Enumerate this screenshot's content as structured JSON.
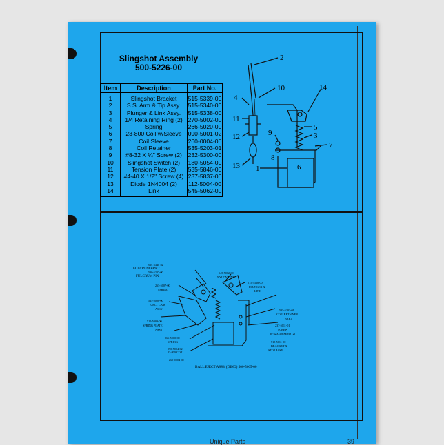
{
  "title_line1": "Slingshot Assembly",
  "title_line2": "500-5226-00",
  "table": {
    "headers": [
      "Item",
      "Description",
      "Part No."
    ],
    "rows": [
      [
        "1",
        "Slingshot Bracket",
        "515-5339-00"
      ],
      [
        "2",
        "S.S. Arm & Tip Assy.",
        "515-5340-00"
      ],
      [
        "3",
        "Plunger & Link Assy.",
        "515-5338-00"
      ],
      [
        "4",
        "1/4 Retaining Ring (2)",
        "270-5002-00"
      ],
      [
        "5",
        "Spring",
        "266-5020-00"
      ],
      [
        "6",
        "23-800 Coil w/Sleeve",
        "090-5001-02"
      ],
      [
        "7",
        "Coil Sleeve",
        "260-0004-00"
      ],
      [
        "8",
        "Coil Retainer",
        "535-5203-01"
      ],
      [
        "9",
        "#8-32 X ¼\" Screw (2)",
        "232-5300-00"
      ],
      [
        "10",
        "Slingshot Switch (2)",
        "180-5054-00"
      ],
      [
        "11",
        "Tension Plate (2)",
        "535-5846-00"
      ],
      [
        "12",
        "#4-40 X 1/2\" Screw (4)",
        "237-5837-00"
      ],
      [
        "13",
        "Diode 1N4004 (2)",
        "112-5004-00"
      ],
      [
        "14",
        "Link",
        "545-5062-00"
      ]
    ]
  },
  "top_callouts": {
    "n1": "1",
    "n2": "2",
    "n3": "3",
    "n4": "4",
    "n5": "5",
    "n6": "6",
    "n7": "7",
    "n8": "8",
    "n9": "9",
    "n10": "10",
    "n11": "11",
    "n12": "12",
    "n13": "13",
    "n14": "14"
  },
  "lower_labels": {
    "fulcrum_brkt_pn": "535-0446-02",
    "fulcrum_brkt": "FULCRUM BRKT",
    "fulcrum_pin_pn": "530-5207-00",
    "fulcrum_pin": "FULCRUM PIN",
    "spring_top_pn": "265-5007-00",
    "spring_top": "SPRING",
    "eject_cam_pn": "515-5008-00",
    "eject_cam": "EJECT CAM",
    "eject_cam_2": "ASSY",
    "spring_plate_pn": "515-5009-00",
    "spring_plate": "SPRING PLATE",
    "spring_plate_2": "ASSY",
    "spring_low_pn": "266-5000-00",
    "spring_low": "SPRING",
    "coil_pn": "090-5004-02",
    "coil_alt_pn": "23-800 COIL",
    "coil_sleeve_pn": "260-0004-00",
    "nylon_link_pn": "545-5062-00",
    "nylon_link": "NYLON LINK",
    "plunger_link_pn": "515-5338-00",
    "plunger_link": "PLUNGER &",
    "plunger_link_2": "LINK",
    "coil_retainer_pn": "535-5203-01",
    "coil_retainer": "COIL RETAINER",
    "coil_retainer_2": "BRKT",
    "screw_pn": "237-5011-01",
    "screw": "SCREW",
    "screw_2": "#8-32X 3/8 SEMS (2)",
    "bracket_pn": "515-5011-00",
    "bracket": "BRACKET &",
    "bracket_2": "STOP ASSY",
    "caption": "BALL EJECT ASSY (DINO) 500-5665-00"
  },
  "footer_center": "Unique Parts",
  "footer_page": "39"
}
